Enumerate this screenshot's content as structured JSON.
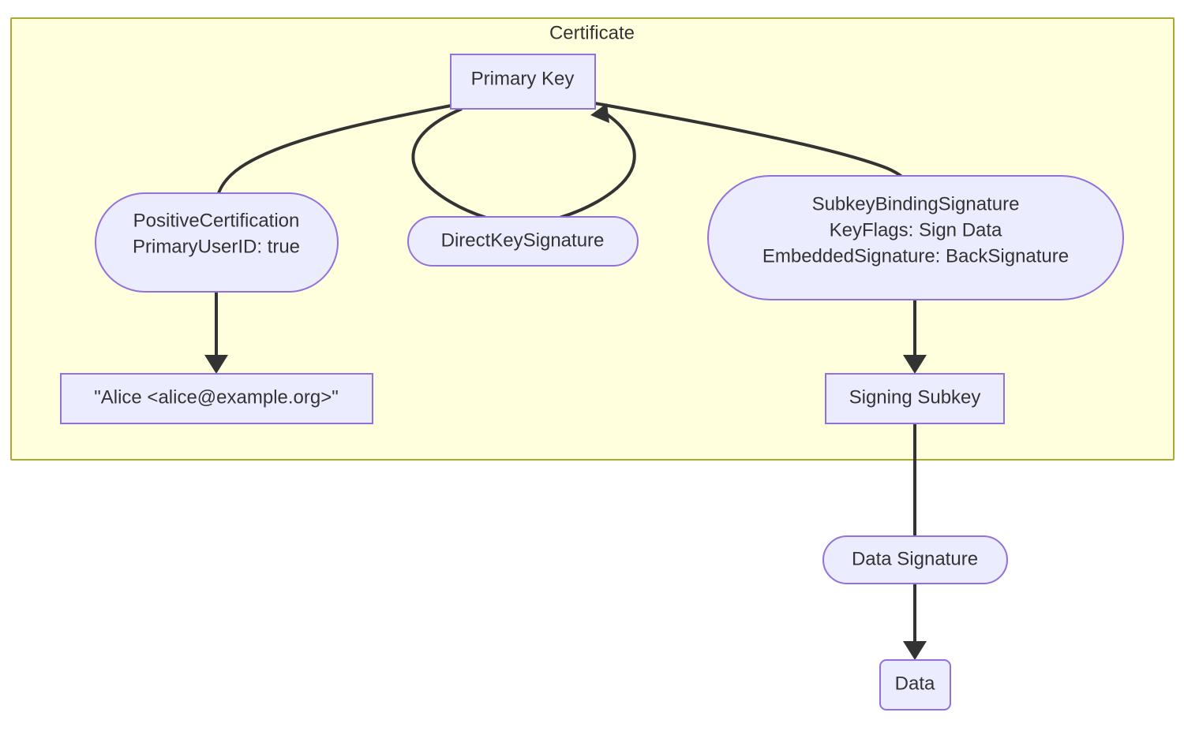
{
  "diagram": {
    "type": "flowchart",
    "title": "Certificate",
    "background_color": "#ffffff",
    "cluster": {
      "label": "Certificate",
      "fill": "#ffffde",
      "stroke": "#aaaa33"
    },
    "node_style": {
      "fill": "#ececff",
      "stroke": "#9370db",
      "text_color": "#333333"
    },
    "edge_style": {
      "stroke": "#333333"
    },
    "nodes": [
      {
        "id": "primary-key",
        "label": "Primary Key",
        "shape": "rect"
      },
      {
        "id": "positive-certification",
        "label_line1": "PositiveCertification",
        "label_line2": "PrimaryUserID: true",
        "shape": "stadium"
      },
      {
        "id": "direct-key-signature",
        "label": "DirectKeySignature",
        "shape": "stadium"
      },
      {
        "id": "subkey-binding-signature",
        "label_line1": "SubkeyBindingSignature",
        "label_line2": "KeyFlags: Sign Data",
        "label_line3": "EmbeddedSignature: BackSignature",
        "shape": "stadium"
      },
      {
        "id": "user-id",
        "label": "\"Alice <alice@example.org>\"",
        "shape": "rect"
      },
      {
        "id": "signing-subkey",
        "label": "Signing Subkey",
        "shape": "rect"
      },
      {
        "id": "data-signature",
        "label": "Data Signature",
        "shape": "stadium"
      },
      {
        "id": "data",
        "label": "Data",
        "shape": "rounded-rect"
      }
    ],
    "edges": [
      {
        "from": "primary-key",
        "to": "positive-certification",
        "arrow": false
      },
      {
        "from": "primary-key",
        "to": "direct-key-signature",
        "arrow": false
      },
      {
        "from": "direct-key-signature",
        "to": "primary-key",
        "arrow": true
      },
      {
        "from": "primary-key",
        "to": "subkey-binding-signature",
        "arrow": false
      },
      {
        "from": "positive-certification",
        "to": "user-id",
        "arrow": true
      },
      {
        "from": "subkey-binding-signature",
        "to": "signing-subkey",
        "arrow": true
      },
      {
        "from": "signing-subkey",
        "to": "data-signature",
        "arrow": false
      },
      {
        "from": "data-signature",
        "to": "data",
        "arrow": true
      }
    ]
  }
}
